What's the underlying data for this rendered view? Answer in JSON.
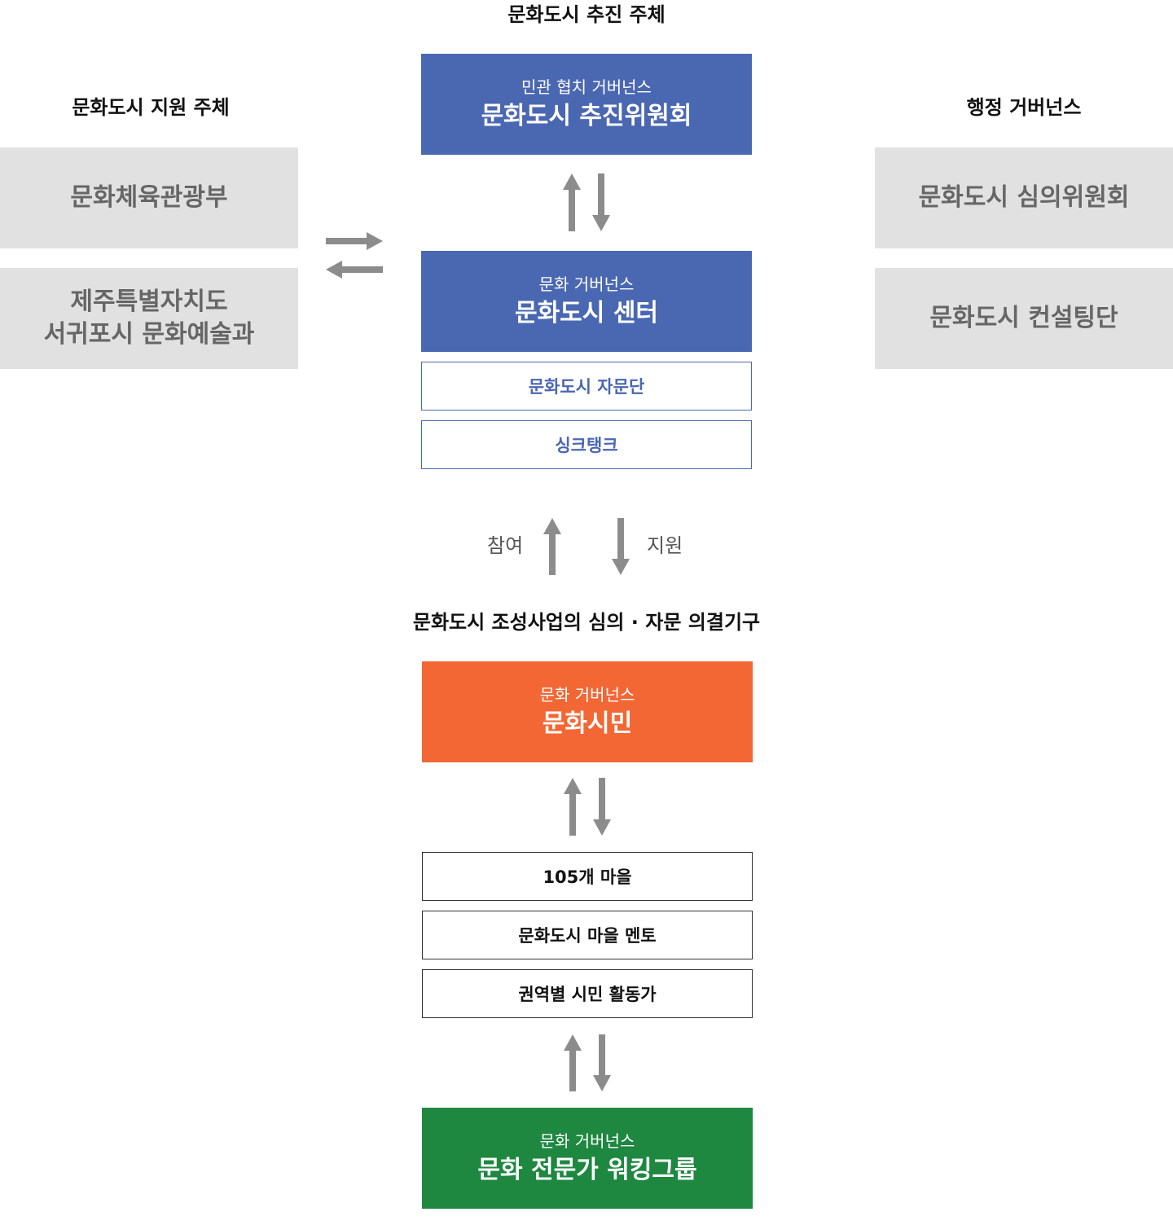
{
  "center_heading": "문화도시 추진 주체",
  "left_heading": "문화도시 지원 주체",
  "right_heading": "행정 거버넌스",
  "committee": {
    "sub": "민관 협치 거버넌스",
    "main": "문화도시 추진위원회"
  },
  "center": {
    "sub": "문화 거버넌스",
    "main": "문화도시 센터"
  },
  "advisory": "문화도시 자문단",
  "thinktank": "싱크탱크",
  "left_boxes": [
    "문화체육관광부",
    "제주특별자치도\n서귀포시 문화예술과"
  ],
  "right_boxes": [
    "문화도시 심의위원회",
    "문화도시 컨설팅단"
  ],
  "participate_label": "참여",
  "support_label": "지원",
  "council_heading": "문화도시 조성사업의 심의 · 자문 의결기구",
  "citizens": {
    "sub": "문화 거버넌스",
    "main": "문화시민"
  },
  "groups": [
    "105개 마을",
    "문화도시 마을 멘토",
    "권역별 시민 활동가"
  ],
  "experts": {
    "sub": "문화 거버넌스",
    "main": "문화 전문가 워킹그룹"
  },
  "colors": {
    "blue": "#4a67b1",
    "orange": "#f26734",
    "green": "#1e8740",
    "gray_box": "#e1e1e1",
    "arrow": "#8c8c8c"
  }
}
